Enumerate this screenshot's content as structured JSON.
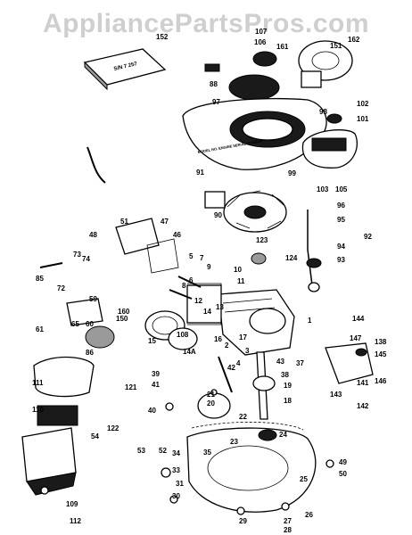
{
  "watermark": "AppliancePartsPros.com",
  "manual_text": "S/N 7 257",
  "decal_text": "MODEL NO. ENGINE SERIAL NUMBER",
  "callouts": [
    "1",
    "2",
    "3",
    "4",
    "5",
    "6",
    "7",
    "8",
    "9",
    "10",
    "11",
    "12",
    "13",
    "14",
    "14A",
    "15",
    "16",
    "17",
    "18",
    "19",
    "20",
    "21",
    "22",
    "23",
    "24",
    "25",
    "26",
    "27",
    "28",
    "29",
    "30",
    "31",
    "33",
    "34",
    "35",
    "37",
    "38",
    "39",
    "40",
    "41",
    "42",
    "43",
    "46",
    "47",
    "48",
    "49",
    "50",
    "51",
    "52",
    "53",
    "54",
    "59",
    "60",
    "61",
    "65",
    "72",
    "73",
    "74",
    "85",
    "86",
    "88",
    "90",
    "91",
    "92",
    "93",
    "94",
    "95",
    "96",
    "97",
    "98",
    "99",
    "101",
    "102",
    "103",
    "105",
    "106",
    "107",
    "108",
    "109",
    "110",
    "111",
    "112",
    "121",
    "122",
    "123",
    "124",
    "138",
    "141",
    "142",
    "143",
    "144",
    "145",
    "146",
    "147",
    "150",
    "151",
    "152",
    "160",
    "161",
    "162"
  ]
}
